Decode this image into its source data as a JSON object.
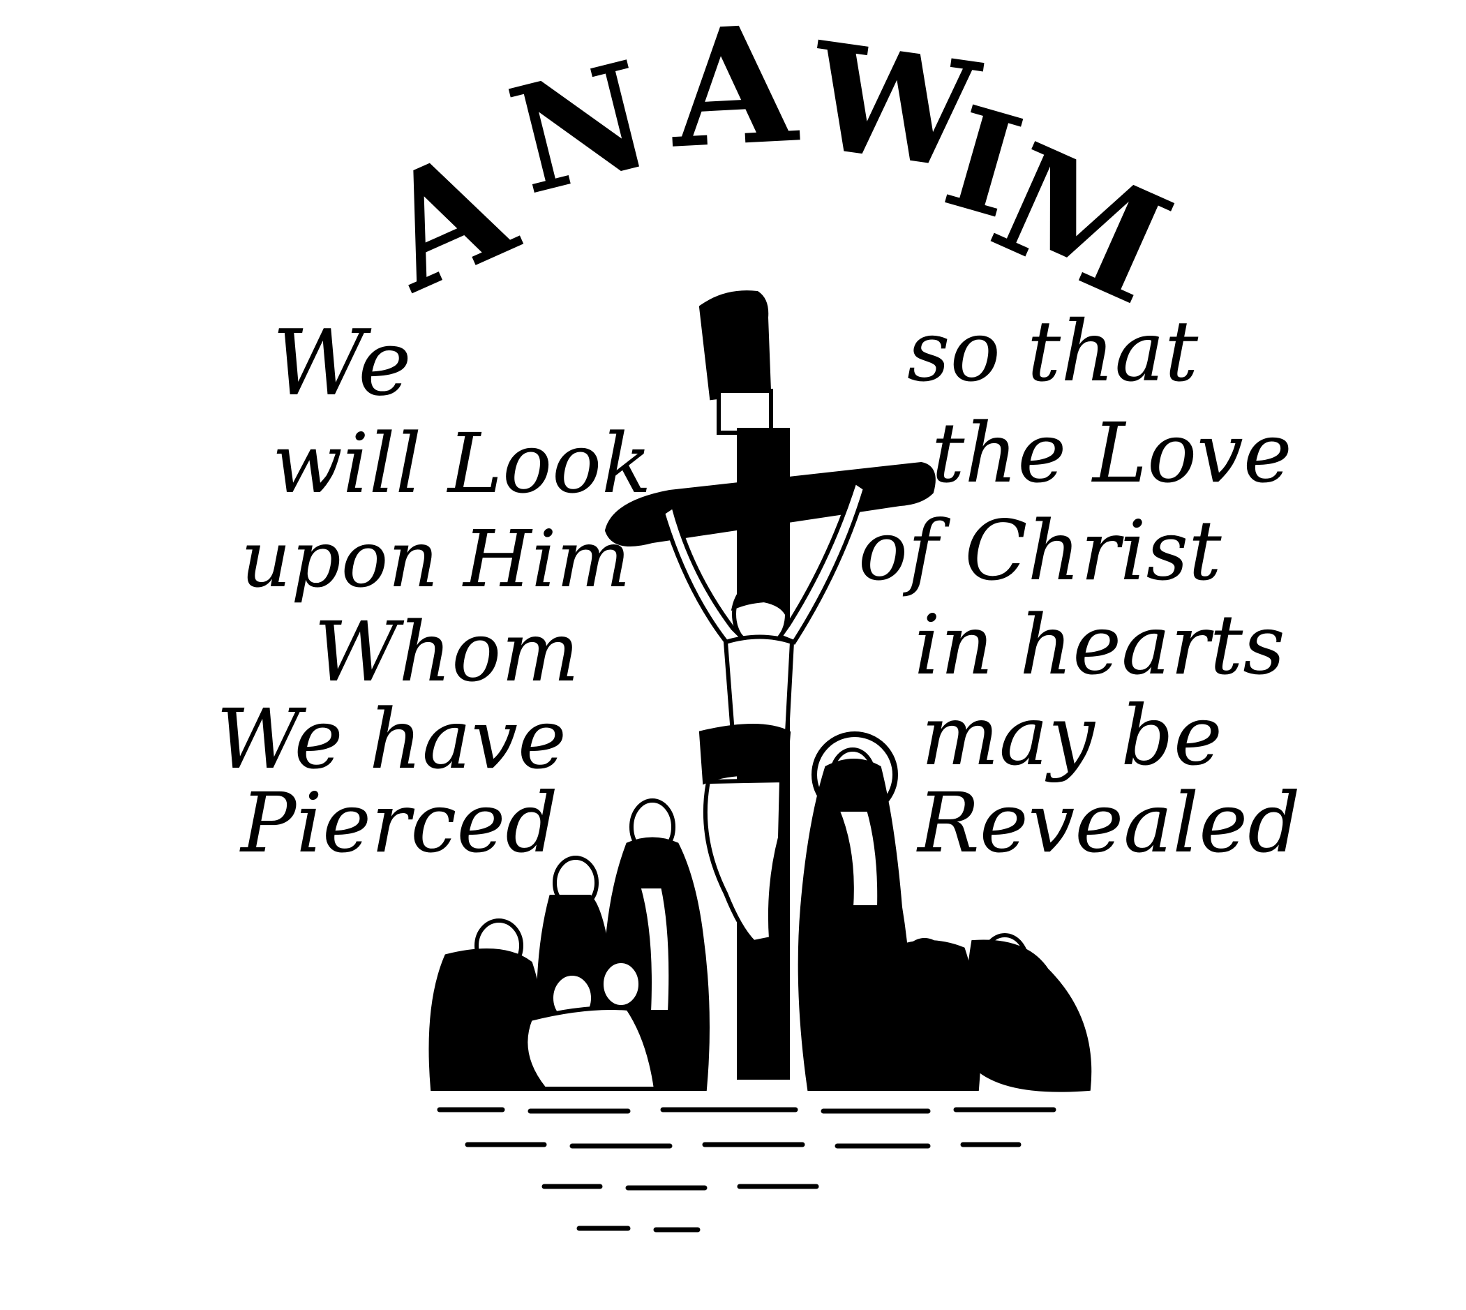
{
  "title": {
    "letters": [
      "A",
      "N",
      "A",
      "W",
      "I",
      "M"
    ]
  },
  "left_verse": {
    "lines": [
      "We",
      "will Look",
      "upon Him",
      "Whom",
      "We have",
      "Pierced"
    ]
  },
  "right_verse": {
    "lines": [
      "so that",
      "the Love",
      "of Christ",
      "in hearts",
      "may be",
      "Revealed"
    ]
  },
  "illustration": {
    "icon": "crucifixion-scene-icon",
    "ink_color": "#000000",
    "paper_color": "#ffffff"
  }
}
